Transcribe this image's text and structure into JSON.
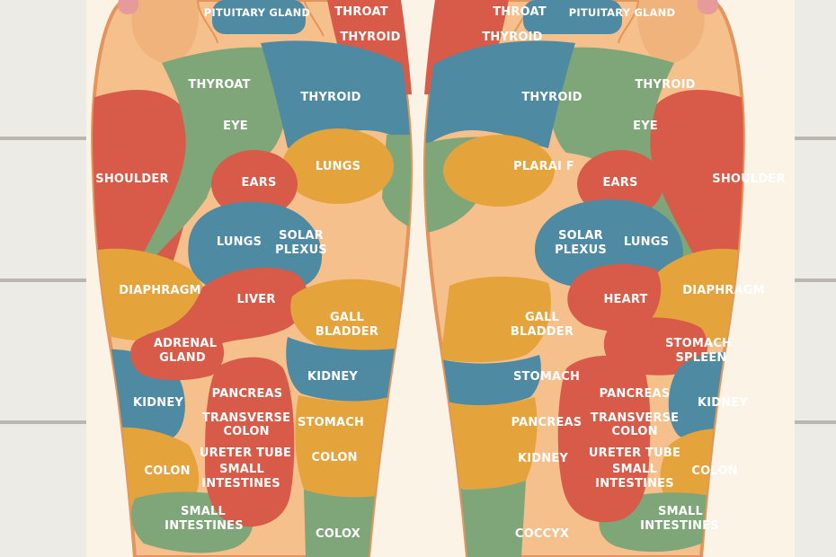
{
  "colors": {
    "skin": "#f6c08c",
    "skin_edge": "#e3955b",
    "red": "#d75b48",
    "green": "#7ea679",
    "blue": "#4f8aa3",
    "orange": "#e5a43b",
    "poster": "#fbf3e6",
    "wood": "#ecebe6"
  },
  "left_foot": {
    "pituitary_gland": "PITUITARY GLAND",
    "throat": "THROAT",
    "thyroid_toe": "THYROID",
    "thyroat": "THYROAT",
    "thyroid": "THYROID",
    "eye": "EYE",
    "shoulder": "SHOULDER",
    "ears": "EARS",
    "lungs_upper": "LUNGS",
    "lungs": "LUNGS",
    "solar_plexus": [
      "SOLAR",
      "PLEXUS"
    ],
    "diaphragm": "DIAPHRAGM",
    "liver": "LIVER",
    "gall_bladder": [
      "GALL",
      "BLADDER"
    ],
    "adrenal_gland": [
      "ADRENAL",
      "GLAND"
    ],
    "kidney_side": "KIDNEY",
    "kidney": "KIDNEY",
    "pancreas": "PANCREAS",
    "transverse_colon": [
      "TRANSVERSE",
      "COLON"
    ],
    "stomach": "STOMACH",
    "ureter_small_intestines": [
      "URETER TUBE",
      "SMALL",
      "INTESTINES"
    ],
    "colon_side": "COLON",
    "colon": "COLON",
    "small_intestines": [
      "SMALL",
      "INTESTINES"
    ],
    "colox": "COLOX"
  },
  "right_foot": {
    "throat": "THROAT",
    "pituitary_gland": "PITUITARY GLAND",
    "thyroid_toe": "THYROID",
    "thyroid_blue": "THYROID",
    "thyroid_green": "THYROID",
    "eye": "EYE",
    "plarai_f": "PLARAI F",
    "ears": "EARS",
    "shoulder": "SHOULDER",
    "solar_plexus": [
      "SOLAR",
      "PLEXUS"
    ],
    "lungs": "LUNGS",
    "gall_bladder": [
      "GALL",
      "BLADDER"
    ],
    "heart": "HEART",
    "diaphragm": "DIAPHRAGM",
    "stomach_spleen": [
      "STOMACH",
      "SPLEEN"
    ],
    "stomach": "STOMACH",
    "pancreas_center": "PANCREAS",
    "pancreas": "PANCREAS",
    "transverse_colon": [
      "TRANSVERSE",
      "COLON"
    ],
    "kidney_side": "KIDNEY",
    "kidney": "KIDNEY",
    "ureter_small_intestines": [
      "URETER TUBE",
      "SMALL",
      "INTESTINES"
    ],
    "colon": "COLON",
    "small_intestines": [
      "SMALL",
      "INTESTINES"
    ],
    "coccyx": "COCCYX"
  }
}
